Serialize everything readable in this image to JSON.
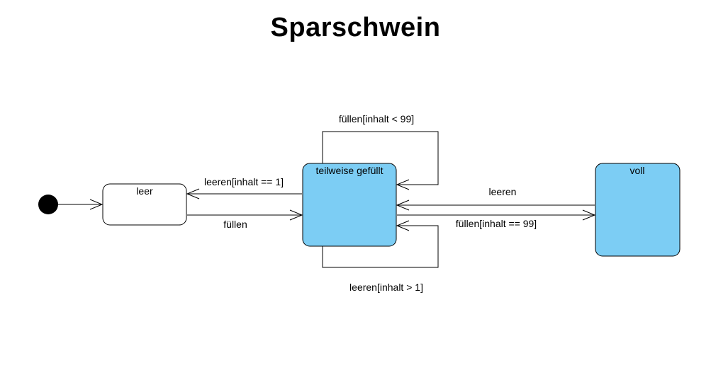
{
  "title": "Sparschwein",
  "colors": {
    "state_fill_active": "#7ccdf4",
    "state_fill_plain": "#ffffff",
    "stroke": "#000000"
  },
  "states": [
    {
      "id": "leer",
      "label": "leer",
      "fill": "plain"
    },
    {
      "id": "teilweise",
      "label": "teilweise gefüllt",
      "fill": "active"
    },
    {
      "id": "voll",
      "label": "voll",
      "fill": "active"
    }
  ],
  "transitions": [
    {
      "id": "init-to-leer",
      "from": "initial",
      "to": "leer",
      "label": ""
    },
    {
      "id": "teilweise-to-leer",
      "from": "teilweise",
      "to": "leer",
      "label": "leeren[inhalt == 1]"
    },
    {
      "id": "leer-to-teilweise",
      "from": "leer",
      "to": "teilweise",
      "label": "füllen"
    },
    {
      "id": "teilweise-self-fill",
      "from": "teilweise",
      "to": "teilweise",
      "label": "füllen[inhalt < 99]"
    },
    {
      "id": "voll-to-teilweise",
      "from": "voll",
      "to": "teilweise",
      "label": "leeren"
    },
    {
      "id": "teilweise-to-voll",
      "from": "teilweise",
      "to": "voll",
      "label": "füllen[inhalt == 99]"
    },
    {
      "id": "teilweise-self-empty",
      "from": "teilweise",
      "to": "teilweise",
      "label": "leeren[inhalt > 1]"
    }
  ]
}
